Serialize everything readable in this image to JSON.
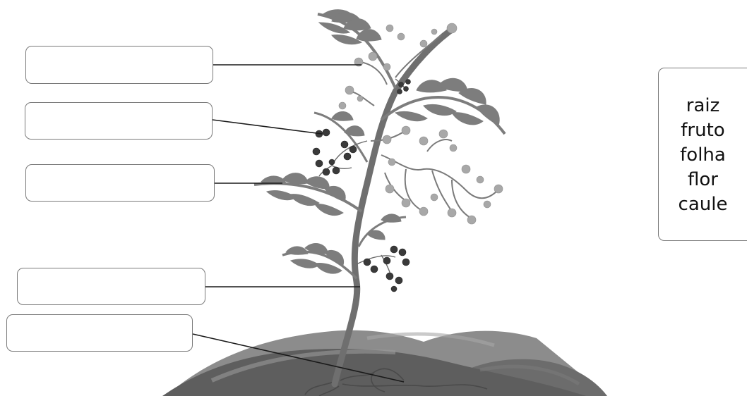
{
  "word_bank": {
    "words": [
      "raiz",
      "fruto",
      "folha",
      "flor",
      "caule"
    ]
  },
  "answer_boxes": [
    {
      "value": ""
    },
    {
      "value": ""
    },
    {
      "value": ""
    },
    {
      "value": ""
    },
    {
      "value": ""
    }
  ],
  "colors": {
    "stem": "#6f6f6f",
    "leaf": "#7d7d7d",
    "hill_dark": "#5c5c5c",
    "hill_mid": "#8a8a8a",
    "hill_light": "#a9a9a9",
    "flower": "#a8a8a8",
    "berry": "#3a3a3a",
    "line": "#1a1a1a"
  }
}
